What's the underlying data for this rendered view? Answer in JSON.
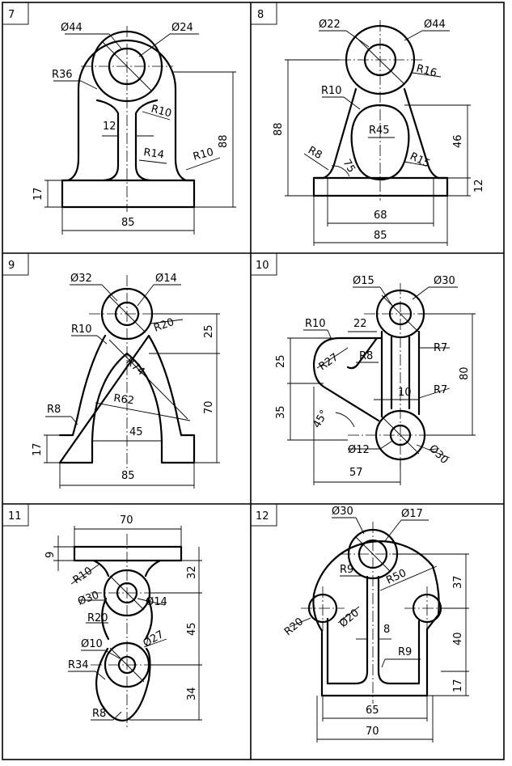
{
  "panels": [
    {
      "number": "7",
      "dims": [
        "Ø44",
        "Ø24",
        "R36",
        "R10",
        "12",
        "R14",
        "R10",
        "88",
        "17",
        "85"
      ]
    },
    {
      "number": "8",
      "dims": [
        "Ø22",
        "Ø44",
        "R16",
        "R10",
        "88",
        "R45",
        "46",
        "R8",
        "75",
        "R15",
        "12",
        "68",
        "85"
      ]
    },
    {
      "number": "9",
      "dims": [
        "Ø32",
        "Ø14",
        "R10",
        "R20",
        "25",
        "R74",
        "R62",
        "70",
        "R8",
        "45",
        "17",
        "85"
      ]
    },
    {
      "number": "10",
      "dims": [
        "Ø15",
        "Ø30",
        "R10",
        "22",
        "R7",
        "25",
        "R27",
        "R8",
        "80",
        "10",
        "R7",
        "35",
        "45°",
        "Ø12",
        "Ø30",
        "57"
      ]
    },
    {
      "number": "11",
      "dims": [
        "70",
        "9",
        "R10",
        "32",
        "Ø30",
        "Ø14",
        "R20",
        "45",
        "Ø10",
        "Ø27",
        "R34",
        "34",
        "R8"
      ]
    },
    {
      "number": "12",
      "dims": [
        "Ø30",
        "Ø17",
        "R9",
        "R50",
        "37",
        "Ø20",
        "R20",
        "8",
        "40",
        "R9",
        "17",
        "65",
        "70"
      ]
    }
  ]
}
